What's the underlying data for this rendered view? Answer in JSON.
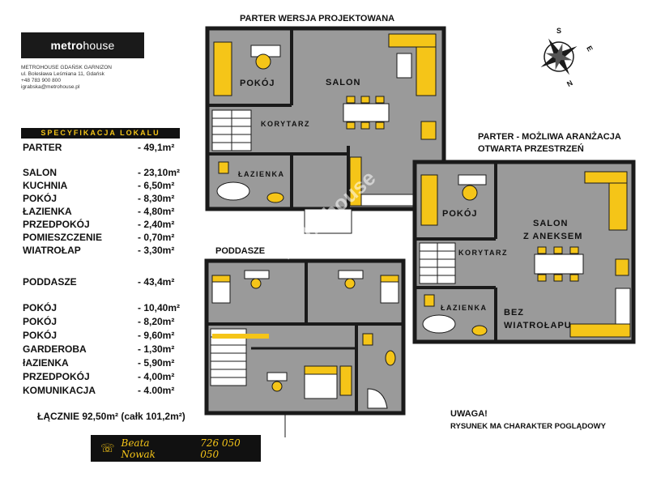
{
  "agency": {
    "logo_bold": "metro",
    "logo_light": "house",
    "lines": [
      "METROHOUSE GDAŃSK GARNIZON",
      "ul. Bolesława Leśmiana 11, Gdańsk",
      "+48 783 900 800",
      "igrabska@metrohouse.pl"
    ]
  },
  "spec": {
    "title": "SPECYFIKACJA LOKALU",
    "parter_label": "PARTER",
    "parter_value": "- 49,1m²",
    "parter_rooms": [
      {
        "label": "SALON",
        "value": "- 23,10m²"
      },
      {
        "label": "KUCHNIA",
        "value": "-  6,50m²"
      },
      {
        "label": "POKÓJ",
        "value": "-  8,30m²"
      },
      {
        "label": "ŁAZIENKA",
        "value": "-  4,80m²"
      },
      {
        "label": "PRZEDPOKÓJ",
        "value": "-  2,40m²"
      },
      {
        "label": "POMIESZCZENIE",
        "value": "-  0,70m²"
      },
      {
        "label": "WIATROŁAP",
        "value": "-  3,30m²"
      }
    ],
    "poddasze_label": "PODDASZE",
    "poddasze_value": "- 43,4m²",
    "poddasze_rooms": [
      {
        "label": "POKÓJ",
        "value": "- 10,40m²"
      },
      {
        "label": "POKÓJ",
        "value": "-  8,20m²"
      },
      {
        "label": "POKÓJ",
        "value": "-  9,60m²"
      },
      {
        "label": "GARDEROBA",
        "value": "-  1,30m²"
      },
      {
        "label": "łAZIENKA",
        "value": "-  5,90m²"
      },
      {
        "label": "PRZEDPOKÓJ",
        "value": "-  4,00m²"
      },
      {
        "label": "KOMUNIKACJA",
        "value": "-  4.00m²"
      }
    ],
    "total": "ŁĄCZNIE  92,50m² (całk 101,2m²)"
  },
  "contact": {
    "phone_icon": "telephone-icon",
    "name": "Beata Nowak",
    "phone": "726 050 050"
  },
  "plans": {
    "parter_projected": {
      "title": "PARTER WERSJA PROJEKTOWANA",
      "rooms": {
        "pokoj": "POKÓJ",
        "salon": "SALON",
        "korytarz": "KORYTARZ",
        "lazienka": "ŁAZIENKA"
      }
    },
    "parter_open": {
      "title_line1": "PARTER - MOŻLIWA ARANŻACJA",
      "title_line2": "OTWARTA PRZESTRZEŃ",
      "rooms": {
        "pokoj": "POKÓJ",
        "salon_line1": "SALON",
        "salon_line2": "Z ANEKSEM",
        "korytarz": "KORYTARZ",
        "lazienka": "ŁAZIENKA",
        "bez_line1": "BEZ",
        "bez_line2": "WIATROŁAPU"
      }
    },
    "poddasze": {
      "title": "PODDASZE"
    }
  },
  "compass": {
    "icon": "compass-rose-icon",
    "letters": {
      "n": "N",
      "e": "E",
      "s": "S"
    }
  },
  "watermark": "metrohouse",
  "note": {
    "line1": "UWAGA!",
    "line2": "RYSUNEK MA CHARAKTER  POGLĄDOWY"
  },
  "colors": {
    "floor": "#9a9a9a",
    "wall": "#1a1a1a",
    "furniture": "#f5c518",
    "panel": "#111111",
    "accent_text": "#f5c518"
  }
}
